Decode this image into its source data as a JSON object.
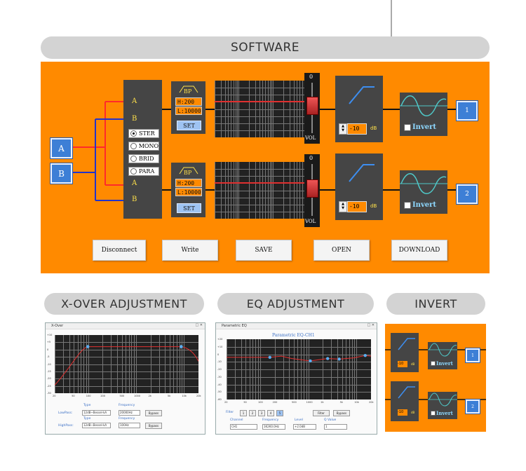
{
  "headers": {
    "software": "SOFTWARE",
    "xover": "X-OVER ADJUSTMENT",
    "eq": "EQ ADJUSTMENT",
    "invert": "INVERT"
  },
  "inputs": {
    "a": "A",
    "b": "B"
  },
  "routing": {
    "ch1_a": "A",
    "ch1_b": "B",
    "ch2_a": "A",
    "ch2_b": "B",
    "modes": [
      "STER",
      "MONO",
      "BRID",
      "PARA"
    ],
    "selected": "STER"
  },
  "filters": [
    {
      "type": "BP",
      "high": "H:200",
      "low": "L:10000",
      "set": "SET"
    },
    {
      "type": "BP",
      "high": "H:200",
      "low": "L:10000",
      "set": "SET"
    }
  ],
  "volume": {
    "top": "0",
    "bottom": "VOL"
  },
  "phase": [
    {
      "value": "-10",
      "unit": "dB"
    },
    {
      "value": "-10",
      "unit": "dB"
    }
  ],
  "invert_label": "Invert",
  "outputs": [
    "1",
    "2"
  ],
  "buttons": {
    "disconnect": "Disconnect",
    "write": "Write",
    "save": "SAVE",
    "open": "OPEN",
    "download": "DOWNLOAD"
  },
  "xover_window": {
    "title": "X-Over",
    "y_ticks": [
      "+10",
      "+5",
      "0",
      "-5",
      "-10",
      "-15",
      "-20",
      "-25",
      "-30"
    ],
    "x_ticks": [
      "20",
      "50",
      "100",
      "200",
      "500",
      "1000",
      "2k",
      "5k",
      "10k",
      "20k"
    ],
    "lowpass_label": "LowPass:",
    "highpass_label": "HighPass:",
    "type_label": "Type",
    "freq_label": "Frequency",
    "lowpass_type": "12dB~Bessel-kA",
    "lowpass_freq": "20000Hz",
    "highpass_type": "12dB~Bessel-kA",
    "highpass_freq": "100Hz",
    "bypass": "Bypass"
  },
  "eq_window": {
    "title": "Parametric EQ",
    "graph_title": "Parametric EQ-CH1",
    "y_ticks": [
      "+20",
      "+10",
      "0",
      "-10",
      "-20",
      "-30",
      "-40",
      "-50",
      "-60"
    ],
    "x_ticks": [
      "20",
      "50",
      "100",
      "200",
      "500",
      "1000",
      "2k",
      "5k",
      "10k",
      "20k"
    ],
    "filter_label": "Filter",
    "filter_numbers": [
      "1",
      "2",
      "3",
      "4",
      "5"
    ],
    "filter_button": "Filter",
    "bypass": "Bypass",
    "channel_label": "Channel",
    "freq_label": "Frequency",
    "level_label": "Level",
    "q_label": "Q Value",
    "channel_value": "CH1",
    "freq_value": "1K2K0.0Hz",
    "level_value": "+2.0dB",
    "q_value": "1"
  },
  "colors": {
    "orange": "#ff8a00",
    "panel": "#454545",
    "route_red": "#ff2a2a",
    "route_blue": "#2233cc",
    "button_blue": "#3d7fd6",
    "wave": "#4fc8c8",
    "invert_text": "#8ed8ff",
    "label_yellow": "#ffe14a"
  }
}
